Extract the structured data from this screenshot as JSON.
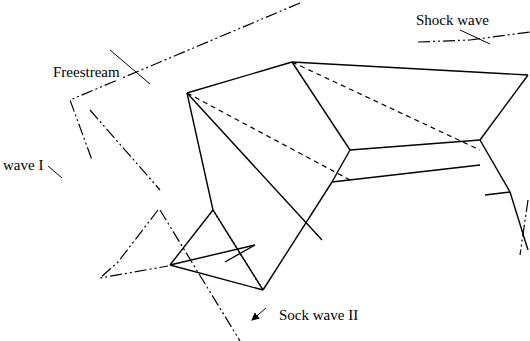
{
  "diagram": {
    "labels": [
      "Freestream",
      "Shock wave",
      "wave I",
      "Sock wave II"
    ]
  }
}
